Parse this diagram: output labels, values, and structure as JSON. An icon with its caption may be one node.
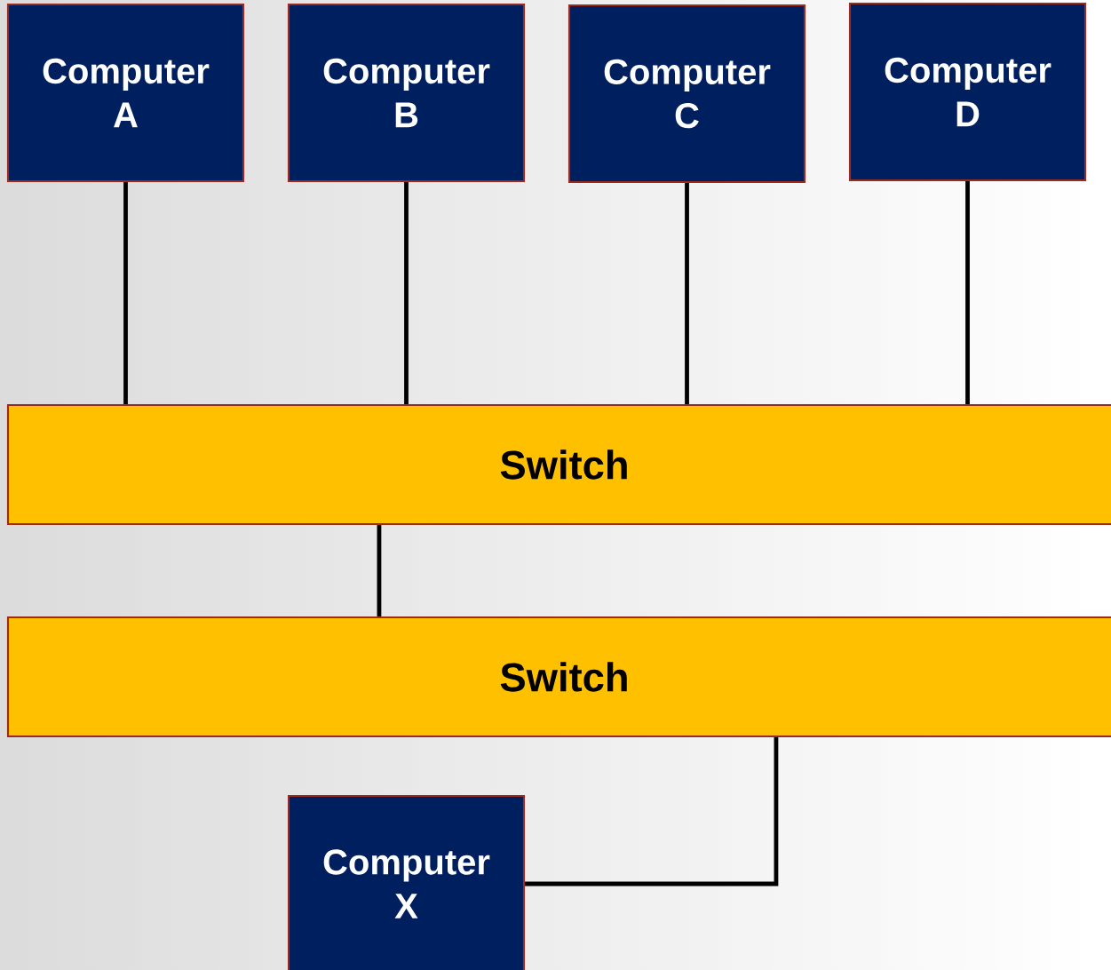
{
  "diagram": {
    "nodes": [
      {
        "text": [
          "Computer A"
        ]
      },
      {
        "text": [
          "Computer B"
        ]
      },
      {
        "text": [
          "Computer C"
        ]
      },
      {
        "text": [
          "Computer D"
        ]
      },
      {
        "text": [
          "Switch"
        ]
      },
      {
        "text": [
          "Switch"
        ]
      },
      {
        "text": [
          "Computer X"
        ]
      }
    ],
    "edges": [
      {
        "from": 0,
        "to": 4,
        "arrow": "none"
      },
      {
        "from": 1,
        "to": 4,
        "arrow": "none"
      },
      {
        "from": 2,
        "to": 4,
        "arrow": "none"
      },
      {
        "from": 3,
        "to": 4,
        "arrow": "none"
      },
      {
        "from": 4,
        "to": 5,
        "arrow": "none"
      },
      {
        "from": 5,
        "to": 6,
        "arrow": "none"
      }
    ]
  }
}
